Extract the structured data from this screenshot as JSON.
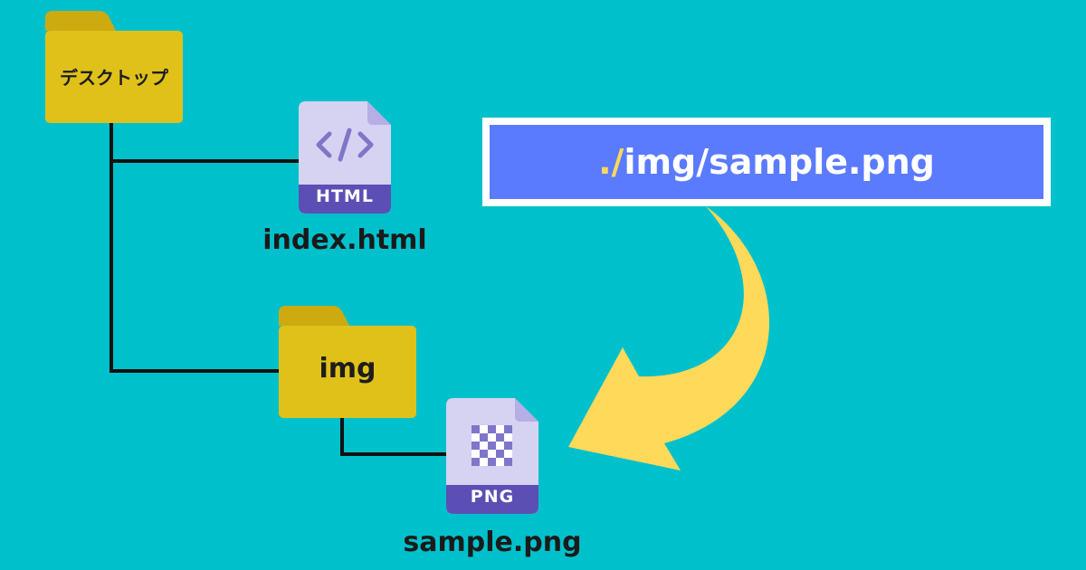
{
  "tree": {
    "root_folder": {
      "label": "デスクトップ"
    },
    "html_file": {
      "badge": "HTML",
      "caption": "index.html",
      "icon": "code-icon"
    },
    "img_folder": {
      "label": "img"
    },
    "png_file": {
      "badge": "PNG",
      "caption": "sample.png",
      "icon": "checkerboard-icon"
    }
  },
  "path": {
    "prefix": "./",
    "rest": "img/sample.png"
  },
  "colors": {
    "background": "#00C1CB",
    "folder_front": "#E0C11A",
    "folder_back": "#CDAA10",
    "file_body": "#D6D2F2",
    "file_fold": "#B6AFE6",
    "file_badge": "#5B4FB5",
    "path_box": "#5B7BFF",
    "arrow": "#FFD95A",
    "line": "#111111"
  }
}
